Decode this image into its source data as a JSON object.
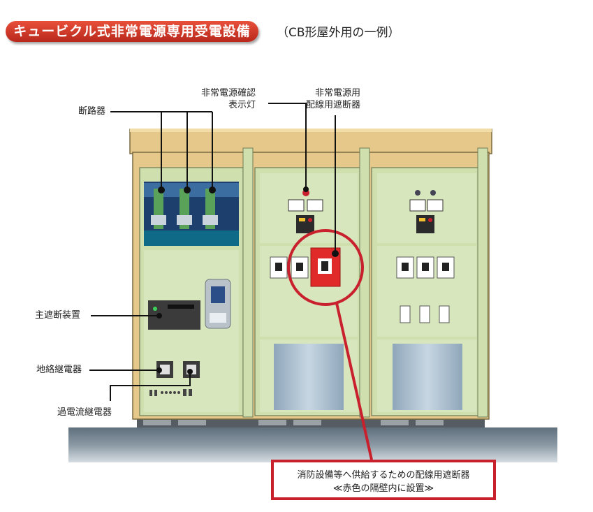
{
  "title": "キュービクル式非常電源専用受電設備",
  "subtitle": "（CB形屋外用の一例）",
  "labels": {
    "breaker": "断路器",
    "indicator_line1": "非常電源確認",
    "indicator_line2": "表示灯",
    "wiring_breaker_line1": "非常電源用",
    "wiring_breaker_line2": "配線用遮断器",
    "main_breaker": "主遮断装置",
    "ground_relay": "地絡継電器",
    "overcurrent_relay": "過電流継電器"
  },
  "callout": {
    "line1": "消防設備等へ供給するための配線用遮断器",
    "line2": "≪赤色の隔壁内に設置≫"
  },
  "colors": {
    "accent_red": "#c8202c",
    "cabinet_frame": "#e6c98a",
    "panel_green": "#cfe0ae",
    "ground": "#7a8a96"
  }
}
